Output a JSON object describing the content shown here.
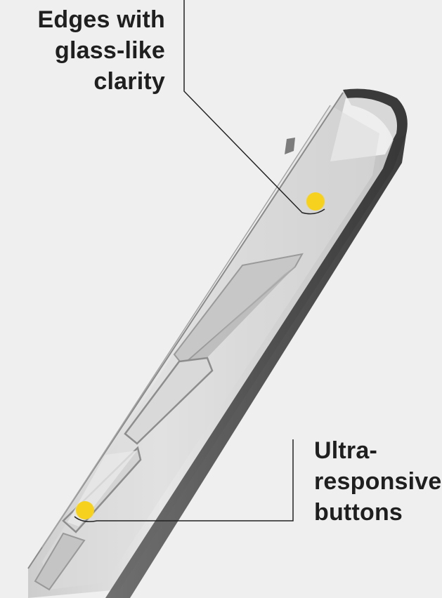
{
  "callouts": {
    "top": {
      "lines": [
        "Edges with",
        "glass-like",
        "clarity"
      ],
      "dot_color": "#f6d21f"
    },
    "bottom": {
      "lines": [
        "Ultra-",
        "responsive",
        "buttons"
      ],
      "dot_color": "#f6d21f"
    }
  },
  "colors": {
    "background": "#efefef",
    "text": "#1f1f1f",
    "leader_line": "#222222",
    "case_edge": "#2b2b2b"
  }
}
